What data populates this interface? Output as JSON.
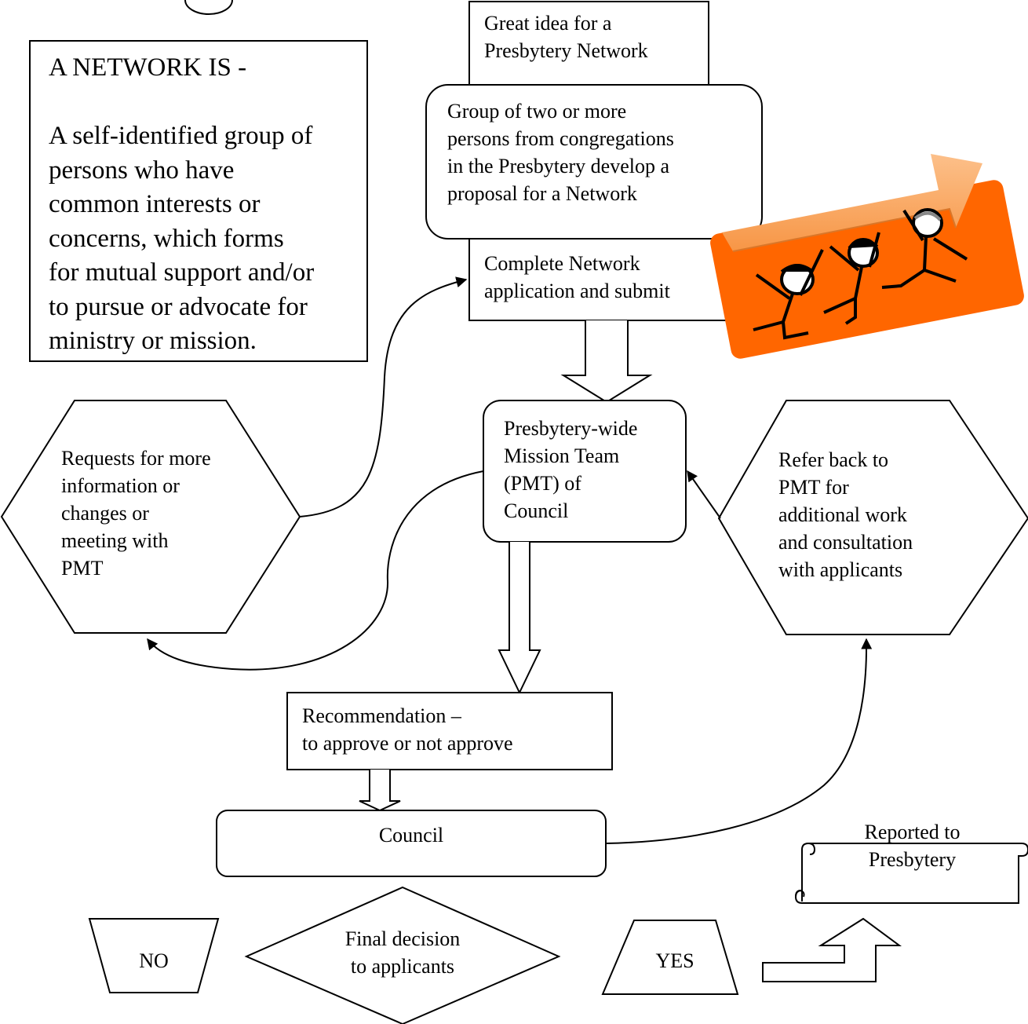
{
  "definition": {
    "heading": "A NETWORK IS -",
    "lines": [
      "A self-identified group of",
      "persons who have",
      "common interests or",
      "concerns, which forms",
      "for mutual support and/or",
      "to pursue or advocate for",
      "ministry or mission."
    ]
  },
  "steps": {
    "idea": [
      "Great idea for a",
      "Presbytery Network"
    ],
    "group": [
      "Group of two or more",
      "persons from congregations",
      "in the Presbytery develop a",
      "proposal for a Network"
    ],
    "application": [
      "Complete Network",
      "application and submit"
    ],
    "pmt": [
      "Presbytery-wide",
      "Mission Team",
      "(PMT) of",
      "Council"
    ],
    "requests": [
      "Requests for more",
      "information or",
      "changes or",
      "meeting with",
      "PMT"
    ],
    "refer_back": [
      "Refer back to",
      "PMT for",
      "additional work",
      "and consultation",
      "with applicants"
    ],
    "recommendation": [
      "Recommendation –",
      "to approve or not approve"
    ],
    "council": "Council",
    "reported": [
      "Reported to",
      "Presbytery"
    ],
    "no": "NO",
    "final_decision": [
      "Final decision",
      "to applicants"
    ],
    "yes": "YES"
  },
  "colors": {
    "stroke": "#000000",
    "teamwork_background": "#ff6600",
    "teamwork_arrow": "#fbac6a"
  },
  "illustration": "teamwork-clipart"
}
